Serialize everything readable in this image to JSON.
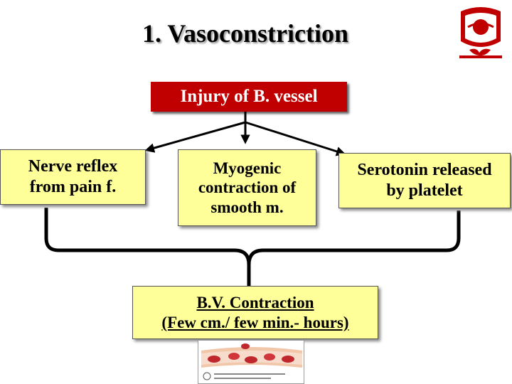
{
  "title": "1. Vasoconstriction",
  "root": {
    "label": "Injury of B. vessel"
  },
  "branches": [
    {
      "label": "Nerve reflex\nfrom pain f."
    },
    {
      "label": "Myogenic\ncontraction of\nsmooth m."
    },
    {
      "label": "Serotonin released\nby platelet"
    }
  ],
  "result": {
    "line1": "B.V. Contraction",
    "line2": "(Few cm./ few min.- hours)"
  },
  "colors": {
    "root_fill": "#c00000",
    "box_fill": "#ffff99",
    "emblem": "#c00000"
  },
  "icons": {
    "emblem": "university-emblem-icon",
    "photo": "vessel-illustration-icon"
  }
}
